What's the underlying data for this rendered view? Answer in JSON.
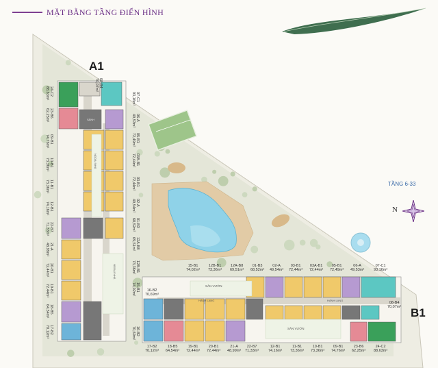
{
  "title": "MẶT BẰNG TẦNG ĐIỂN HÌNH",
  "floor_label": "TẦNG 6-33",
  "compass_label": "N",
  "buildings": {
    "a1": "A1",
    "b1": "B1"
  },
  "colors": {
    "green": "#3aa05a",
    "teal": "#5cc7c2",
    "pink": "#e58a95",
    "yellow": "#f0c96a",
    "purple": "#b69ad1",
    "blue": "#6db4d9",
    "core": "#777777",
    "corridor": "#d9d6cc",
    "pool": "#8fd2e8",
    "deck": "#e0c9a7"
  },
  "a1_units_top": [
    {
      "code": "08-B4",
      "area": "70,07m²"
    },
    {
      "code": "07-C1",
      "area": "93,16m²"
    }
  ],
  "a1_units_left": [
    {
      "code": "24-C2",
      "area": "88,63m²"
    },
    {
      "code": "23-B6",
      "area": "62,25m²"
    },
    {
      "code": "09-B1",
      "area": "74,76m²"
    },
    {
      "code": "10-B1",
      "area": "73,36m²"
    },
    {
      "code": "11-B1",
      "area": "73,36m²"
    },
    {
      "code": "12-B1",
      "area": "74,16m²"
    },
    {
      "code": "22-B7",
      "area": "71,33m²"
    },
    {
      "code": "21-A",
      "area": "48,99m²"
    },
    {
      "code": "20-B1",
      "area": "72,44m²"
    },
    {
      "code": "19-B1",
      "area": "72,44m²"
    },
    {
      "code": "18-B5",
      "area": "64,54m²"
    },
    {
      "code": "17-B2",
      "area": "70,12m²"
    }
  ],
  "a1_units_right": [
    {
      "code": "06-A",
      "area": "49,53m²"
    },
    {
      "code": "05-B1",
      "area": "72,49m²"
    },
    {
      "code": "03A-B1",
      "area": "72,44m²"
    },
    {
      "code": "03-B1",
      "area": "72,44m²"
    },
    {
      "code": "02-A",
      "area": "49,54m²"
    },
    {
      "code": "01-B3",
      "area": "68,52m²"
    },
    {
      "code": "12A-B8",
      "area": "69,51m²"
    },
    {
      "code": "12B-B1",
      "area": "73,36m²"
    },
    {
      "code": "15-B1",
      "area": "74,02m²"
    },
    {
      "code": "16-B2",
      "area": "70,69m²"
    }
  ],
  "b1_units_top": [
    {
      "code": "15-B1",
      "area": "74,02m²"
    },
    {
      "code": "12B-B1",
      "area": "73,36m²"
    },
    {
      "code": "12A-B8",
      "area": "69,51m²"
    },
    {
      "code": "01-B3",
      "area": "68,52m²"
    },
    {
      "code": "02-A",
      "area": "49,54m²"
    },
    {
      "code": "03-B1",
      "area": "72,44m²"
    },
    {
      "code": "03A-B1",
      "area": "72,44m²"
    },
    {
      "code": "05-B1",
      "area": "72,49m²"
    },
    {
      "code": "06-A",
      "area": "49,53m²"
    },
    {
      "code": "07-C1",
      "area": "93,16m²"
    }
  ],
  "b1_unit_left": {
    "code": "16-B2",
    "area": "70,69m²"
  },
  "b1_unit_right": {
    "code": "08-B4",
    "area": "70,07m²"
  },
  "b1_units_bottom": [
    {
      "code": "17-B2",
      "area": "70,12m²"
    },
    {
      "code": "18-B5",
      "area": "64,54m²"
    },
    {
      "code": "19-B1",
      "area": "72,44m²"
    },
    {
      "code": "20-B1",
      "area": "72,44m²"
    },
    {
      "code": "21-A",
      "area": "48,99m²"
    },
    {
      "code": "22-B7",
      "area": "71,33m²"
    },
    {
      "code": "12-B1",
      "area": "74,16m²"
    },
    {
      "code": "11-B1",
      "area": "73,36m²"
    },
    {
      "code": "10-B1",
      "area": "73,36m²"
    },
    {
      "code": "09-B1",
      "area": "74,76m²"
    },
    {
      "code": "23-B6",
      "area": "62,25m²"
    },
    {
      "code": "24-C2",
      "area": "88,63m²"
    }
  ],
  "site_labels": {
    "san_vuon_1": "SÂN VƯỜN",
    "san_vuon_2": "SÂN VƯỜN",
    "ngoai_nha_1": "NGOẠI NHÀ",
    "ngoai_nha_2": "NGOẠI NHÀ",
    "hanh_lang_1": "HÀNH LANG",
    "hanh_lang_2": "HÀNH LANG",
    "sanh": "SẢNH"
  }
}
